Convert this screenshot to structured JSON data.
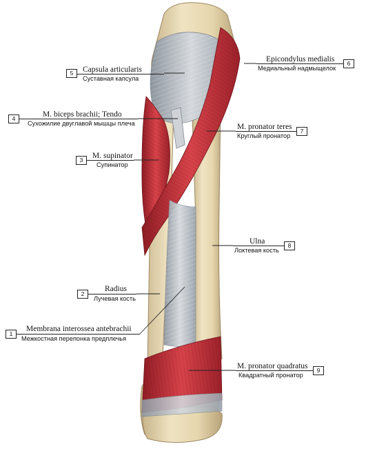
{
  "labels": [
    {
      "number": "5",
      "latin": "Capsula articularis",
      "russian": "Суставная капсула"
    },
    {
      "number": "4",
      "latin": "M. biceps brachii; Tendo",
      "russian": "Сухожилие двуглавой мышцы плеча"
    },
    {
      "number": "3",
      "latin": "M. supinator",
      "russian": "Супинатор"
    },
    {
      "number": "2",
      "latin": "Radius",
      "russian": "Лучевая кость"
    },
    {
      "number": "1",
      "latin": "Membrana interossea antebrachii",
      "russian": "Межкостная перепонка предплечья"
    },
    {
      "number": "6",
      "latin": "Epicondylus medialis",
      "russian": "Медиальный надмыщелок"
    },
    {
      "number": "7",
      "latin": "M. pronator teres",
      "russian": "Круглый пронатор"
    },
    {
      "number": "8",
      "latin": "Ulna",
      "russian": "Локтевая кость"
    },
    {
      "number": "9",
      "latin": "M. pronator quadratus",
      "russian": "Квадратный пронатор"
    }
  ],
  "colors": {
    "bone": "#e9dcb8",
    "bone_shadow": "#c8b48a",
    "muscle": "#c9303a",
    "muscle_dark": "#8e1c24",
    "ligament": "#a9b0b8",
    "ligament_light": "#d4d8dc",
    "leader": "#222222"
  }
}
